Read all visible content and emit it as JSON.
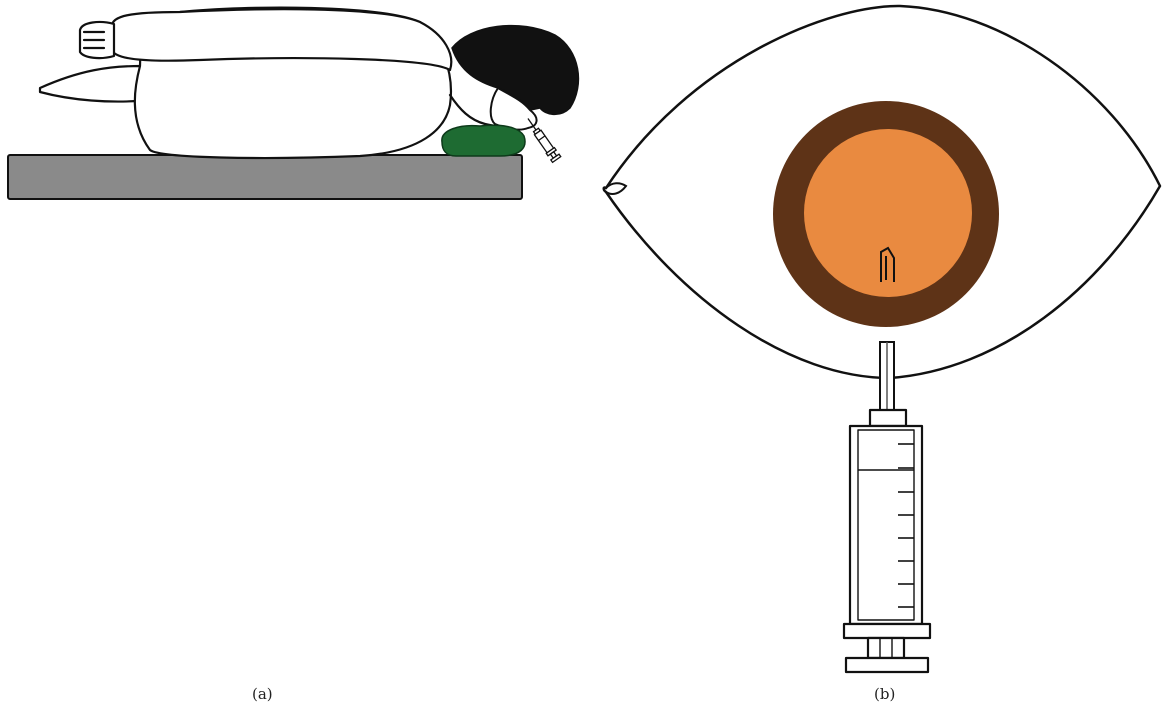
{
  "panels": [
    {
      "id": "a",
      "label": "(a)"
    },
    {
      "id": "b",
      "label": "(b)"
    }
  ],
  "colors": {
    "outline": "#111111",
    "hair": "#111111",
    "table": "#8a8a8a",
    "pillow": "#1e6b32",
    "iris_outer": "#5e3317",
    "iris_inner": "#e98a40"
  },
  "icons": [
    "patient-figure-icon",
    "table-icon",
    "pillow-icon",
    "small-syringe-icon",
    "eye-icon",
    "iris-icon",
    "syringe-icon"
  ]
}
